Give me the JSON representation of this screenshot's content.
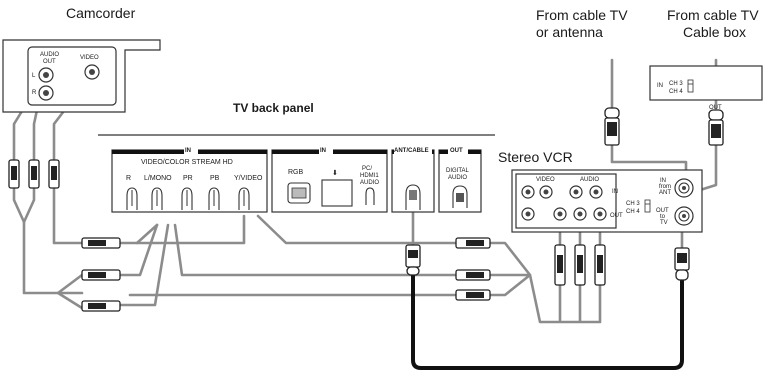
{
  "labels": {
    "camcorder": "Camcorder",
    "tv_back_panel": "TV back panel",
    "from_cable_tv_or_antenna_line1": "From cable TV",
    "from_cable_tv_or_antenna_line2": "or antenna",
    "from_cable_tv_box_line1": "From cable TV",
    "from_cable_tv_box_line2": "Cable box",
    "stereo_vcr": "Stereo VCR"
  },
  "camcorder": {
    "audio_out_line1": "AUDIO",
    "audio_out_line2": "OUT",
    "video": "VIDEO",
    "left": "L",
    "right": "R"
  },
  "tv_panel": {
    "in_group_1": "IN",
    "video_color_stream": "VIDEO/COLOR STREAM HD",
    "jacks": [
      "R",
      "L/MONO",
      "PR",
      "PB",
      "Y/VIDEO"
    ],
    "in_group_2": "IN",
    "rgb": "RGB",
    "pc_hdmi_audio_line1": "PC/",
    "pc_hdmi_audio_line2": "HDMI1",
    "pc_hdmi_audio_line3": "AUDIO",
    "ant_cable": "ANT/CABLE",
    "out": "OUT",
    "digital_audio_line1": "DIGITAL",
    "digital_audio_line2": "AUDIO"
  },
  "vcr": {
    "video": "VIDEO",
    "audio": "AUDIO",
    "in": "IN",
    "out": "OUT",
    "in_from_ant_line1": "IN",
    "in_from_ant_line2": "from",
    "in_from_ant_line3": "ANT",
    "out_to_tv_line1": "OUT",
    "out_to_tv_line2": "to",
    "out_to_tv_line3": "TV",
    "ch3": "CH 3",
    "ch4": "CH 4"
  },
  "cable_box": {
    "in": "IN",
    "ch3": "CH 3",
    "ch4": "CH 4",
    "out": "OUT"
  }
}
